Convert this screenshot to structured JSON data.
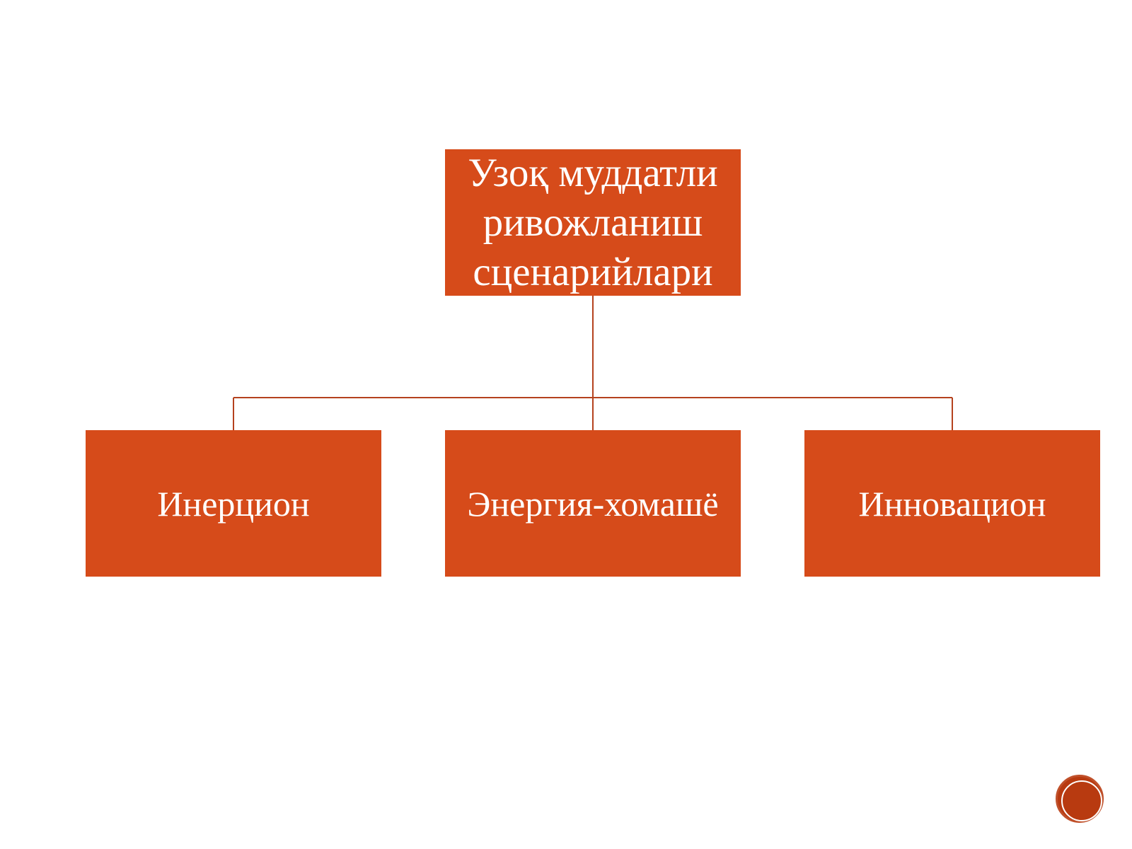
{
  "diagram": {
    "root": {
      "label": "Узоқ муддатли ривожланиш сценарийлари"
    },
    "children": [
      {
        "label": "Инерцион"
      },
      {
        "label": "Энергия-хомашё"
      },
      {
        "label": "Инновацион"
      }
    ]
  },
  "colors": {
    "box_fill": "#D64B1A",
    "connector": "#B5421E",
    "nav_button": "#B83A10",
    "nav_button_border": "#C0502A",
    "text": "#FFFFFF"
  },
  "icons": {
    "nav_button": "circle-button-icon"
  }
}
